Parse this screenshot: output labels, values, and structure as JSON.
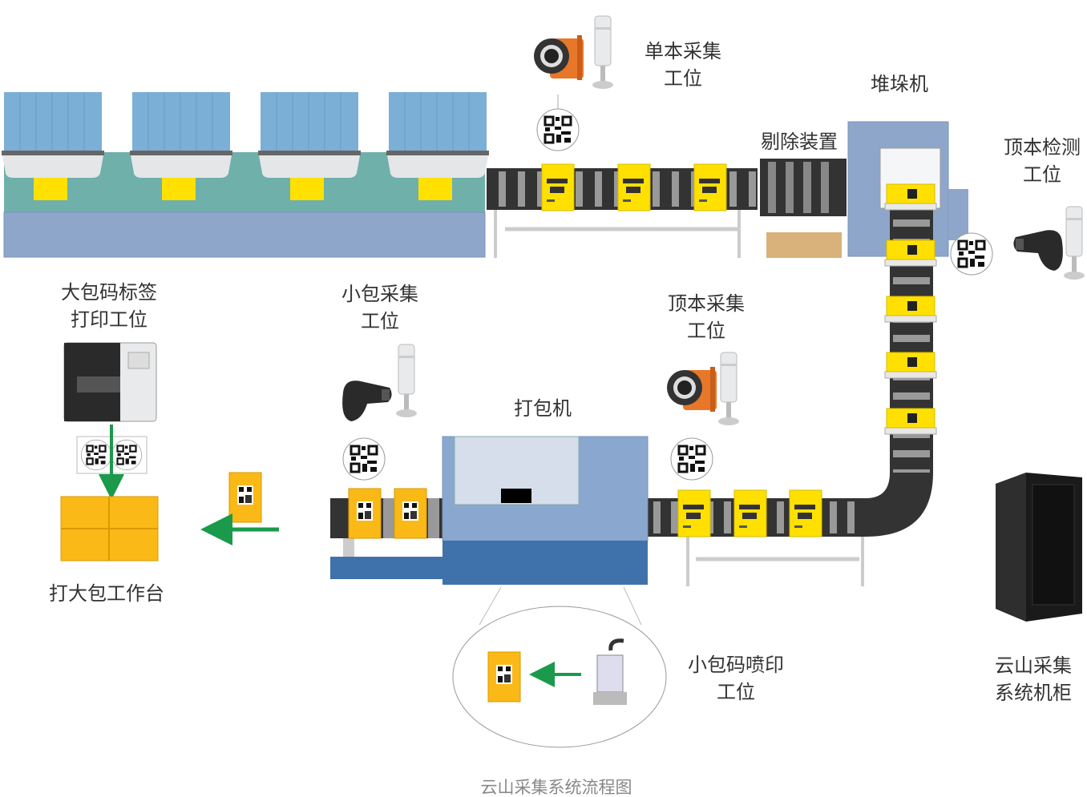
{
  "labels": {
    "single_capture": [
      "单本采集",
      "工位"
    ],
    "stacker": "堆垛机",
    "reject_device": "剔除装置",
    "top_inspect": [
      "顶本检测",
      "工位"
    ],
    "big_label_print": [
      "大包码标签",
      "打印工位"
    ],
    "small_pack_capture": [
      "小包采集",
      "工位"
    ],
    "top_capture": [
      "顶本采集",
      "工位"
    ],
    "packer": "打包机",
    "big_pack_bench": "打大包工作台",
    "small_code_print": [
      "小包码喷印",
      "工位"
    ],
    "cabinet": [
      "云山采集",
      "系统机柜"
    ]
  },
  "caption": "云山采集系统流程图",
  "colors": {
    "hopper": "#7bafd6",
    "machine_body": "#6fb0ab",
    "machine_base": "#8fa6cb",
    "conveyor": "#333333",
    "book_yellow": "#ffe000",
    "pack_orange": "#fbb917",
    "packer_light": "#8aa8cf",
    "packer_dark": "#3f72aa",
    "arrow_green": "#1a9a4a",
    "cabinet": "#1a1a1a"
  },
  "icons": [
    "industrial-camera-icon",
    "light-tower-icon",
    "barcode-scanner-icon",
    "qr-code-icon",
    "label-printer-icon",
    "inkjet-printer-icon",
    "server-cabinet-icon"
  ]
}
